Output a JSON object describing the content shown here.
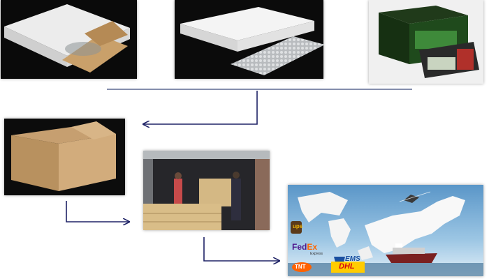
{
  "steps": [
    {
      "id": "white-box-open"
    },
    {
      "id": "white-box-with-bubble-wrap"
    },
    {
      "id": "retail-color-box"
    },
    {
      "id": "carton-box"
    },
    {
      "id": "container-loading"
    },
    {
      "id": "express-shipping-map"
    }
  ],
  "carriers": {
    "ups": "ups",
    "fedex_fed": "Fed",
    "fedex_ex": "Ex",
    "fedex_sub": "Express",
    "ems": "EMS",
    "tnt": "TNT",
    "dhl": "DHL"
  },
  "colors": {
    "connector": "#3a4a7a",
    "arrow": "#1e2266",
    "fedex_purple": "#4d148c",
    "fedex_orange": "#ff6600",
    "ups_brown": "#5a3a1a",
    "ups_gold": "#f2b705",
    "ems_blue": "#1a4fa0",
    "dhl_red": "#d40511",
    "dhl_yellow": "#ffcc00",
    "tnt_orange": "#ff6200"
  }
}
